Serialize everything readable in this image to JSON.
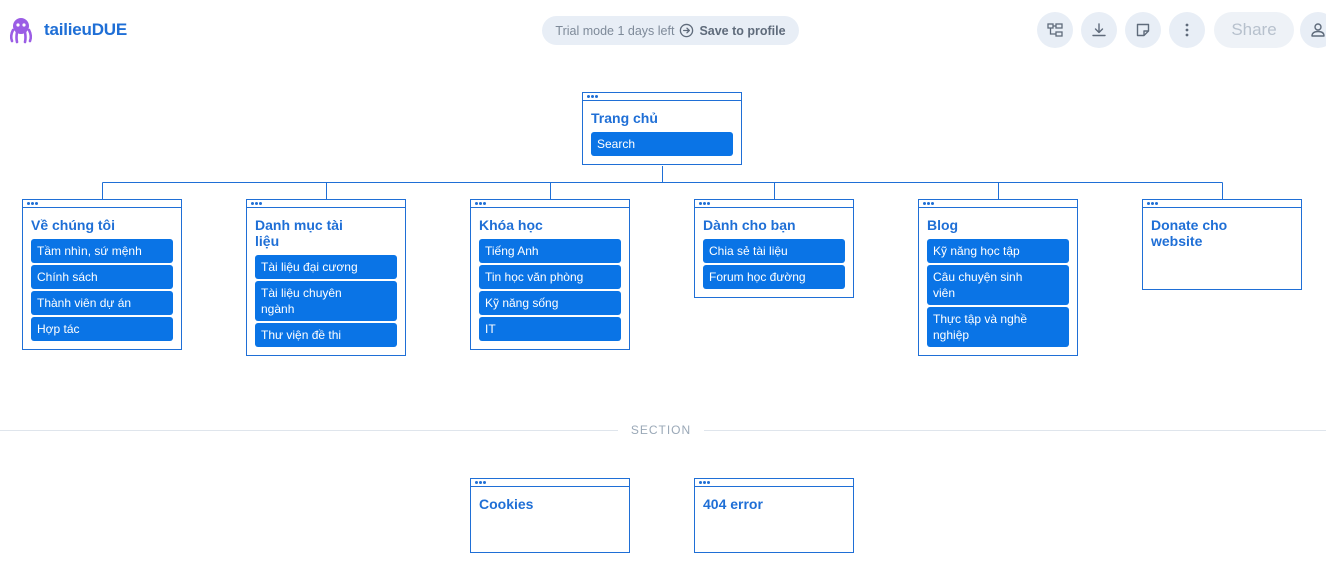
{
  "header": {
    "brand": "tailieuDUE",
    "trial_text": "Trial mode 1 days left",
    "save_label": "Save to profile",
    "share_label": "Share",
    "toolbar_icons": [
      "sitemap-icon",
      "download-icon",
      "note-icon",
      "more-vertical-icon"
    ]
  },
  "colors": {
    "accent": "#1f6fd6",
    "item_bg": "#0a74e6",
    "pill_bg": "#e8eef6"
  },
  "sitemap": {
    "root": {
      "title": "Trang chủ",
      "items": [
        "Search"
      ]
    },
    "children": [
      {
        "title": "Về chúng tôi",
        "items": [
          "Tầm nhìn, sứ mệnh",
          "Chính sách",
          "Thành viên dự án",
          "Hợp tác"
        ]
      },
      {
        "title": "Danh mục tài liệu",
        "items": [
          "Tài liệu đại cương",
          "Tài liệu chuyên ngành",
          "Thư viện đề thi"
        ]
      },
      {
        "title": "Khóa học",
        "items": [
          "Tiếng Anh",
          "Tin học văn phòng",
          "Kỹ năng sống",
          "IT"
        ]
      },
      {
        "title": "Dành cho bạn",
        "items": [
          "Chia sẻ tài liệu",
          "Forum học đường"
        ]
      },
      {
        "title": "Blog",
        "items": [
          "Kỹ năng học tập",
          "Câu chuyện sinh viên",
          "Thực tập và nghề nghiệp"
        ]
      },
      {
        "title": "Donate cho website",
        "items": []
      }
    ]
  },
  "section": {
    "label": "SECTION",
    "cards": [
      {
        "title": "Cookies"
      },
      {
        "title": "404 error"
      }
    ]
  }
}
